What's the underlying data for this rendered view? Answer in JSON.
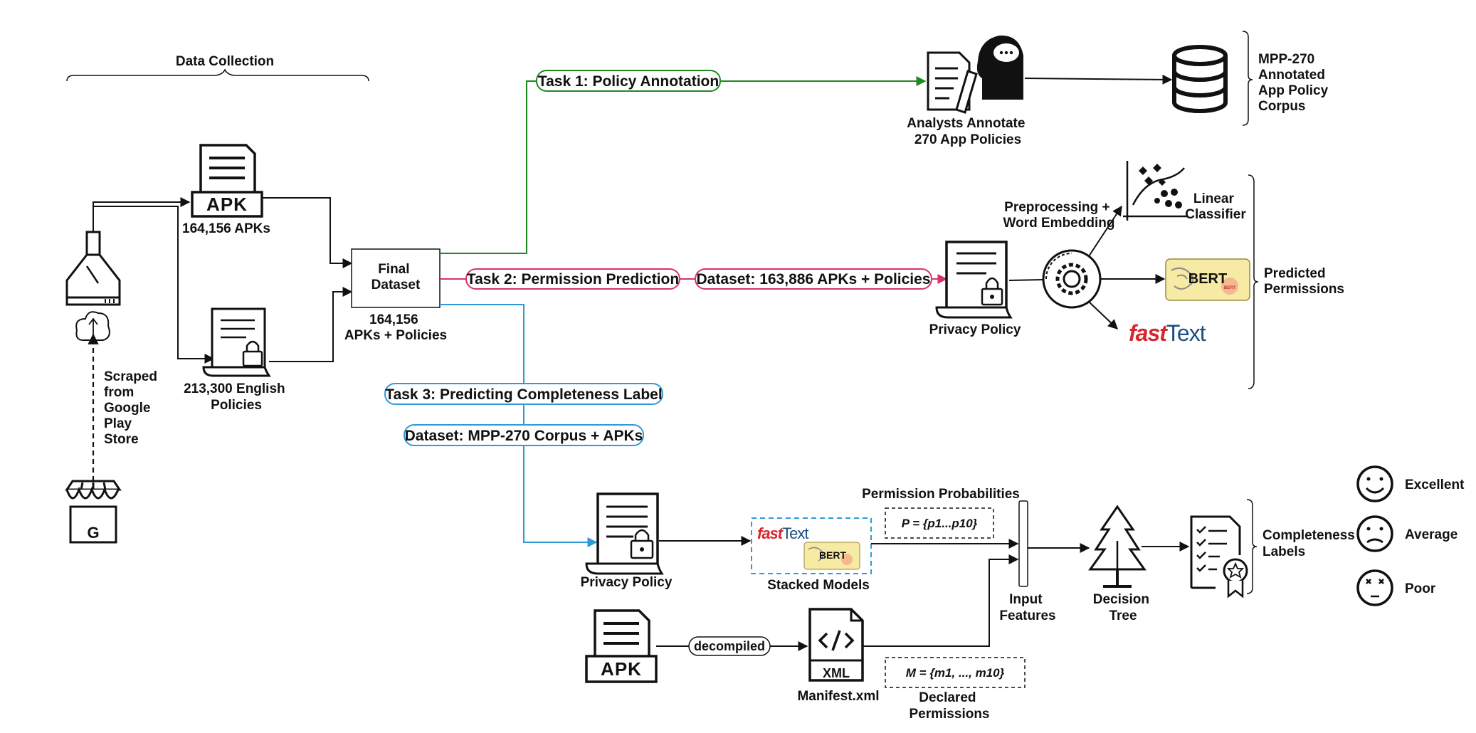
{
  "colors": {
    "task1": "#1e8a1e",
    "task2": "#d6336c",
    "task3": "#2e9bd6",
    "ink": "#111111",
    "fasttext_red": "#d7262e",
    "fasttext_blue": "#1c4e80",
    "bert_fill": "#f7eaa5"
  },
  "collection": {
    "title": "Data Collection",
    "scraped": [
      "Scraped",
      "from",
      "Google",
      "Play",
      "Store"
    ],
    "apk_word": "APK",
    "apks_count": "164,156 APKs",
    "policies_count": [
      "213,300 English",
      "Policies"
    ]
  },
  "final_dataset": {
    "box": [
      "Final",
      "Dataset"
    ],
    "count": [
      "164,156",
      "APKs + Policies"
    ]
  },
  "task1": {
    "label": "Task 1: Policy Annotation",
    "analysts": [
      "Analysts Annotate",
      "270 App Policies"
    ],
    "corpus": [
      "MPP-270",
      "Annotated",
      "App Policy",
      "Corpus"
    ]
  },
  "task2": {
    "label": "Task 2: Permission Prediction",
    "dataset": "Dataset: 163,886 APKs + Policies",
    "privacy_policy": "Privacy Policy",
    "preprocessing": [
      "Preprocessing +",
      "Word Embedding"
    ],
    "linear": [
      "Linear",
      "Classifier"
    ],
    "bert": "BERT",
    "bert_small": "BERT",
    "fasttext_fast": "fast",
    "fasttext_text": "Text",
    "predicted": [
      "Predicted",
      "Permissions"
    ]
  },
  "task3": {
    "label": "Task 3: Predicting Completeness Label",
    "dataset": "Dataset: MPP-270 Corpus + APKs",
    "privacy_policy": "Privacy Policy",
    "stacked": "Stacked Models",
    "prob_title": "Permission Probabilities",
    "p_formula": "P = {p1...p10}",
    "decompiled": "decompiled",
    "manifest": "Manifest.xml",
    "xml": "XML",
    "m_formula": "M = {m1, ..., m10}",
    "declared": [
      "Declared",
      "Permissions"
    ],
    "input": [
      "Input",
      "Features"
    ],
    "tree": [
      "Decision",
      "Tree"
    ],
    "labels": [
      "Completeness",
      "Labels"
    ],
    "ratings": [
      "Excellent",
      "Average",
      "Poor"
    ]
  }
}
